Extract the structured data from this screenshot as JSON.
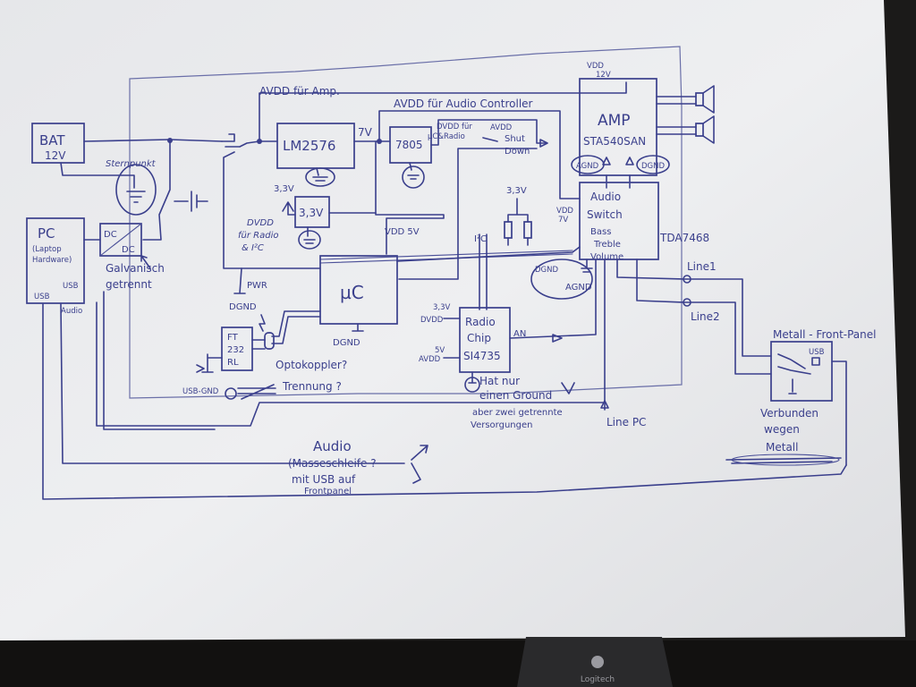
{
  "brand": {
    "logo_text": "Logitech"
  },
  "blocks": {
    "bat": {
      "name": "BAT",
      "voltage": "12V"
    },
    "pc": {
      "name": "PC",
      "sub1": "(Laptop",
      "sub2": "Hardware)",
      "usb": "USB",
      "usb2": "USB",
      "audio": "Audio"
    },
    "dcdc": {
      "a": "DC",
      "b": "DC",
      "note1": "Galvanisch",
      "note2": "getrennt"
    },
    "lm2576": {
      "name": "LM2576",
      "out": "7V"
    },
    "reg7805": {
      "name": "7805"
    },
    "reg33": {
      "name": "3,3V",
      "in": "3,3V"
    },
    "amp": {
      "name": "AMP",
      "part": "STA540SAN",
      "vdd": "VDD",
      "vdd_v": "12V",
      "agnd": "AGND",
      "dgnd": "DGND"
    },
    "audio_switch": {
      "l1": "Audio",
      "l2": "Switch",
      "l3": "Bass",
      "l4": "Treble",
      "l5": "Volume",
      "part": "TDA7468",
      "vdd": "VDD",
      "vdd_v": "7V",
      "dgnd": "DGND",
      "agnd": "AGND"
    },
    "mcu": {
      "name": "µC",
      "vdd": "VDD 5V",
      "dgnd": "DGND",
      "pwr": "PWR",
      "pwr_gnd": "DGND"
    },
    "ft232": {
      "l1": "FT",
      "l2": "232",
      "l3": "RL",
      "usb_gnd": "USB-GND"
    },
    "radio": {
      "l1": "Radio",
      "l2": "Chip",
      "l3": "SI4735",
      "dvdd": "DVDD",
      "dvdd_v": "3,3V",
      "avdd": "AVDD",
      "avdd_v": "5V",
      "an": "AN"
    },
    "front_panel": {
      "title": "Metall - Front-Panel",
      "usb": "USB"
    }
  },
  "labels": {
    "sternpunkt": "Sternpunkt",
    "avdd_amp": "AVDD für Amp.",
    "avdd_audio": "AVDD für Audio Controller",
    "dvdd_for": "DVDD für",
    "uc_radio": "µC&Radio",
    "avdd_short": "AVDD",
    "shut": "Shut",
    "down": "Down",
    "dvdd_radio1": "DVDD",
    "dvdd_radio2": "für Radio",
    "dvdd_radio3": "& I²C",
    "i2c": "I²C",
    "pullup_v": "3,3V",
    "opto1": "Optokoppler?",
    "opto2": "Trennung ?",
    "radio_note1": "Hat nur",
    "radio_note2": "einen Ground",
    "radio_note3": "aber zwei getrennte",
    "radio_note4": "Versorgungen",
    "line1": "Line1",
    "line2": "Line2",
    "line_pc": "Line PC",
    "connected1": "Verbunden",
    "connected2": "wegen",
    "connected3": "Metall",
    "audio": "Audio",
    "ground_loop1": "(Masseschleife ?",
    "ground_loop2": "mit USB auf",
    "ground_loop3": "Frontpanel"
  },
  "colors": {
    "ink": "#3a3f8c",
    "paper": "#e9eaec",
    "frame": "#1b1a19"
  }
}
